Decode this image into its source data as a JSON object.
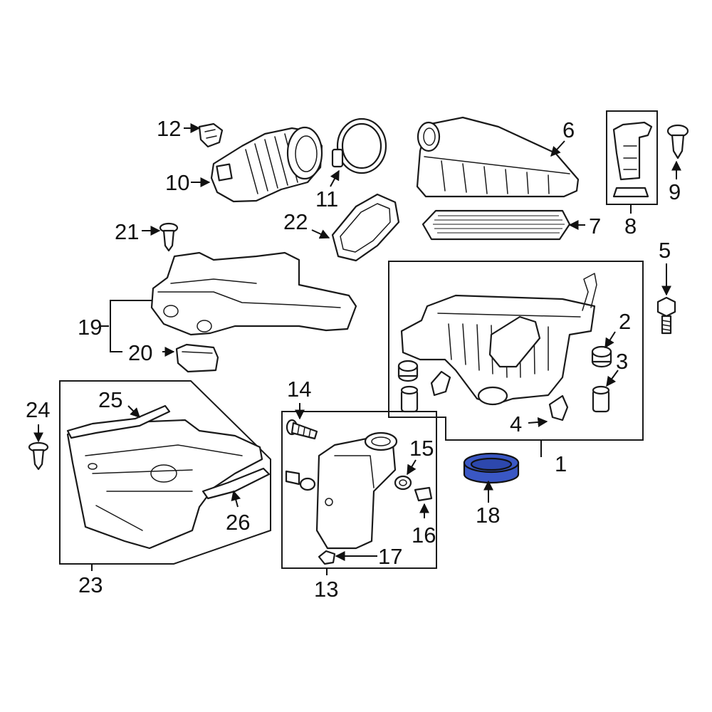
{
  "diagram": {
    "highlight_color": "#3a57c4",
    "highlighted_part": "18",
    "callouts": {
      "c1": "1",
      "c2": "2",
      "c3": "3",
      "c4": "4",
      "c5": "5",
      "c6": "6",
      "c7": "7",
      "c8": "8",
      "c9": "9",
      "c10": "10",
      "c11": "11",
      "c12": "12",
      "c13": "13",
      "c14": "14",
      "c15": "15",
      "c16": "16",
      "c17": "17",
      "c18": "18",
      "c19": "19",
      "c20": "20",
      "c21": "21",
      "c22": "22",
      "c23": "23",
      "c24": "24",
      "c25": "25",
      "c26": "26"
    }
  }
}
